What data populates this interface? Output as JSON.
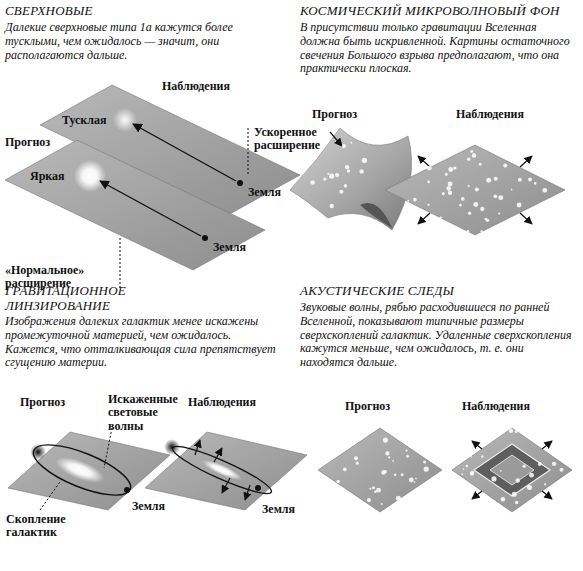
{
  "diagram": {
    "labels": [
      "СВЕРХНОВЫЕ",
      "Далекие сверхновые типа 1а кажутся более тусклыми, чем ожидалось — значит, они располагаются дальше.",
      "Наблюдения",
      "Тусклая",
      "Ускоренное расширение",
      "Прогноз",
      "Яркая",
      "Земля",
      "Земля",
      "«Нормальное» расширение",
      "КОСМИЧЕСКИЙ МИКРОВОЛНОВЫЙ ФОН",
      "В присутствии только гравитации Вселенная должна быть искривленной. Картины остаточного свечения Большого взрыва предполагают, что она практически плоская.",
      "Прогноз",
      "Наблюдения",
      "ГРАВИТАЦИОННОЕ ЛИНЗИРОВАНИЕ",
      "Изображения далеких галактик менее искажены промежуточной материей, чем ожидалось. Кажется, что отталкивающая сила препятствует сгущению материи.",
      "АКУСТИЧЕСКИЕ СЛЕДЫ",
      "Звуковые волны, рябью расходившиеся по ранней Вселенной, показывают типичные размеры сверхскоплений галактик. Удаленные сверхскопления кажутся меньше, чем ожидалось, т. е. они находятся дальше.",
      "Прогноз",
      "Искаженные световые волны",
      "Наблюдения",
      "Земля",
      "Скопление галактик",
      "Земля",
      "Прогноз",
      "Наблюдения"
    ]
  }
}
